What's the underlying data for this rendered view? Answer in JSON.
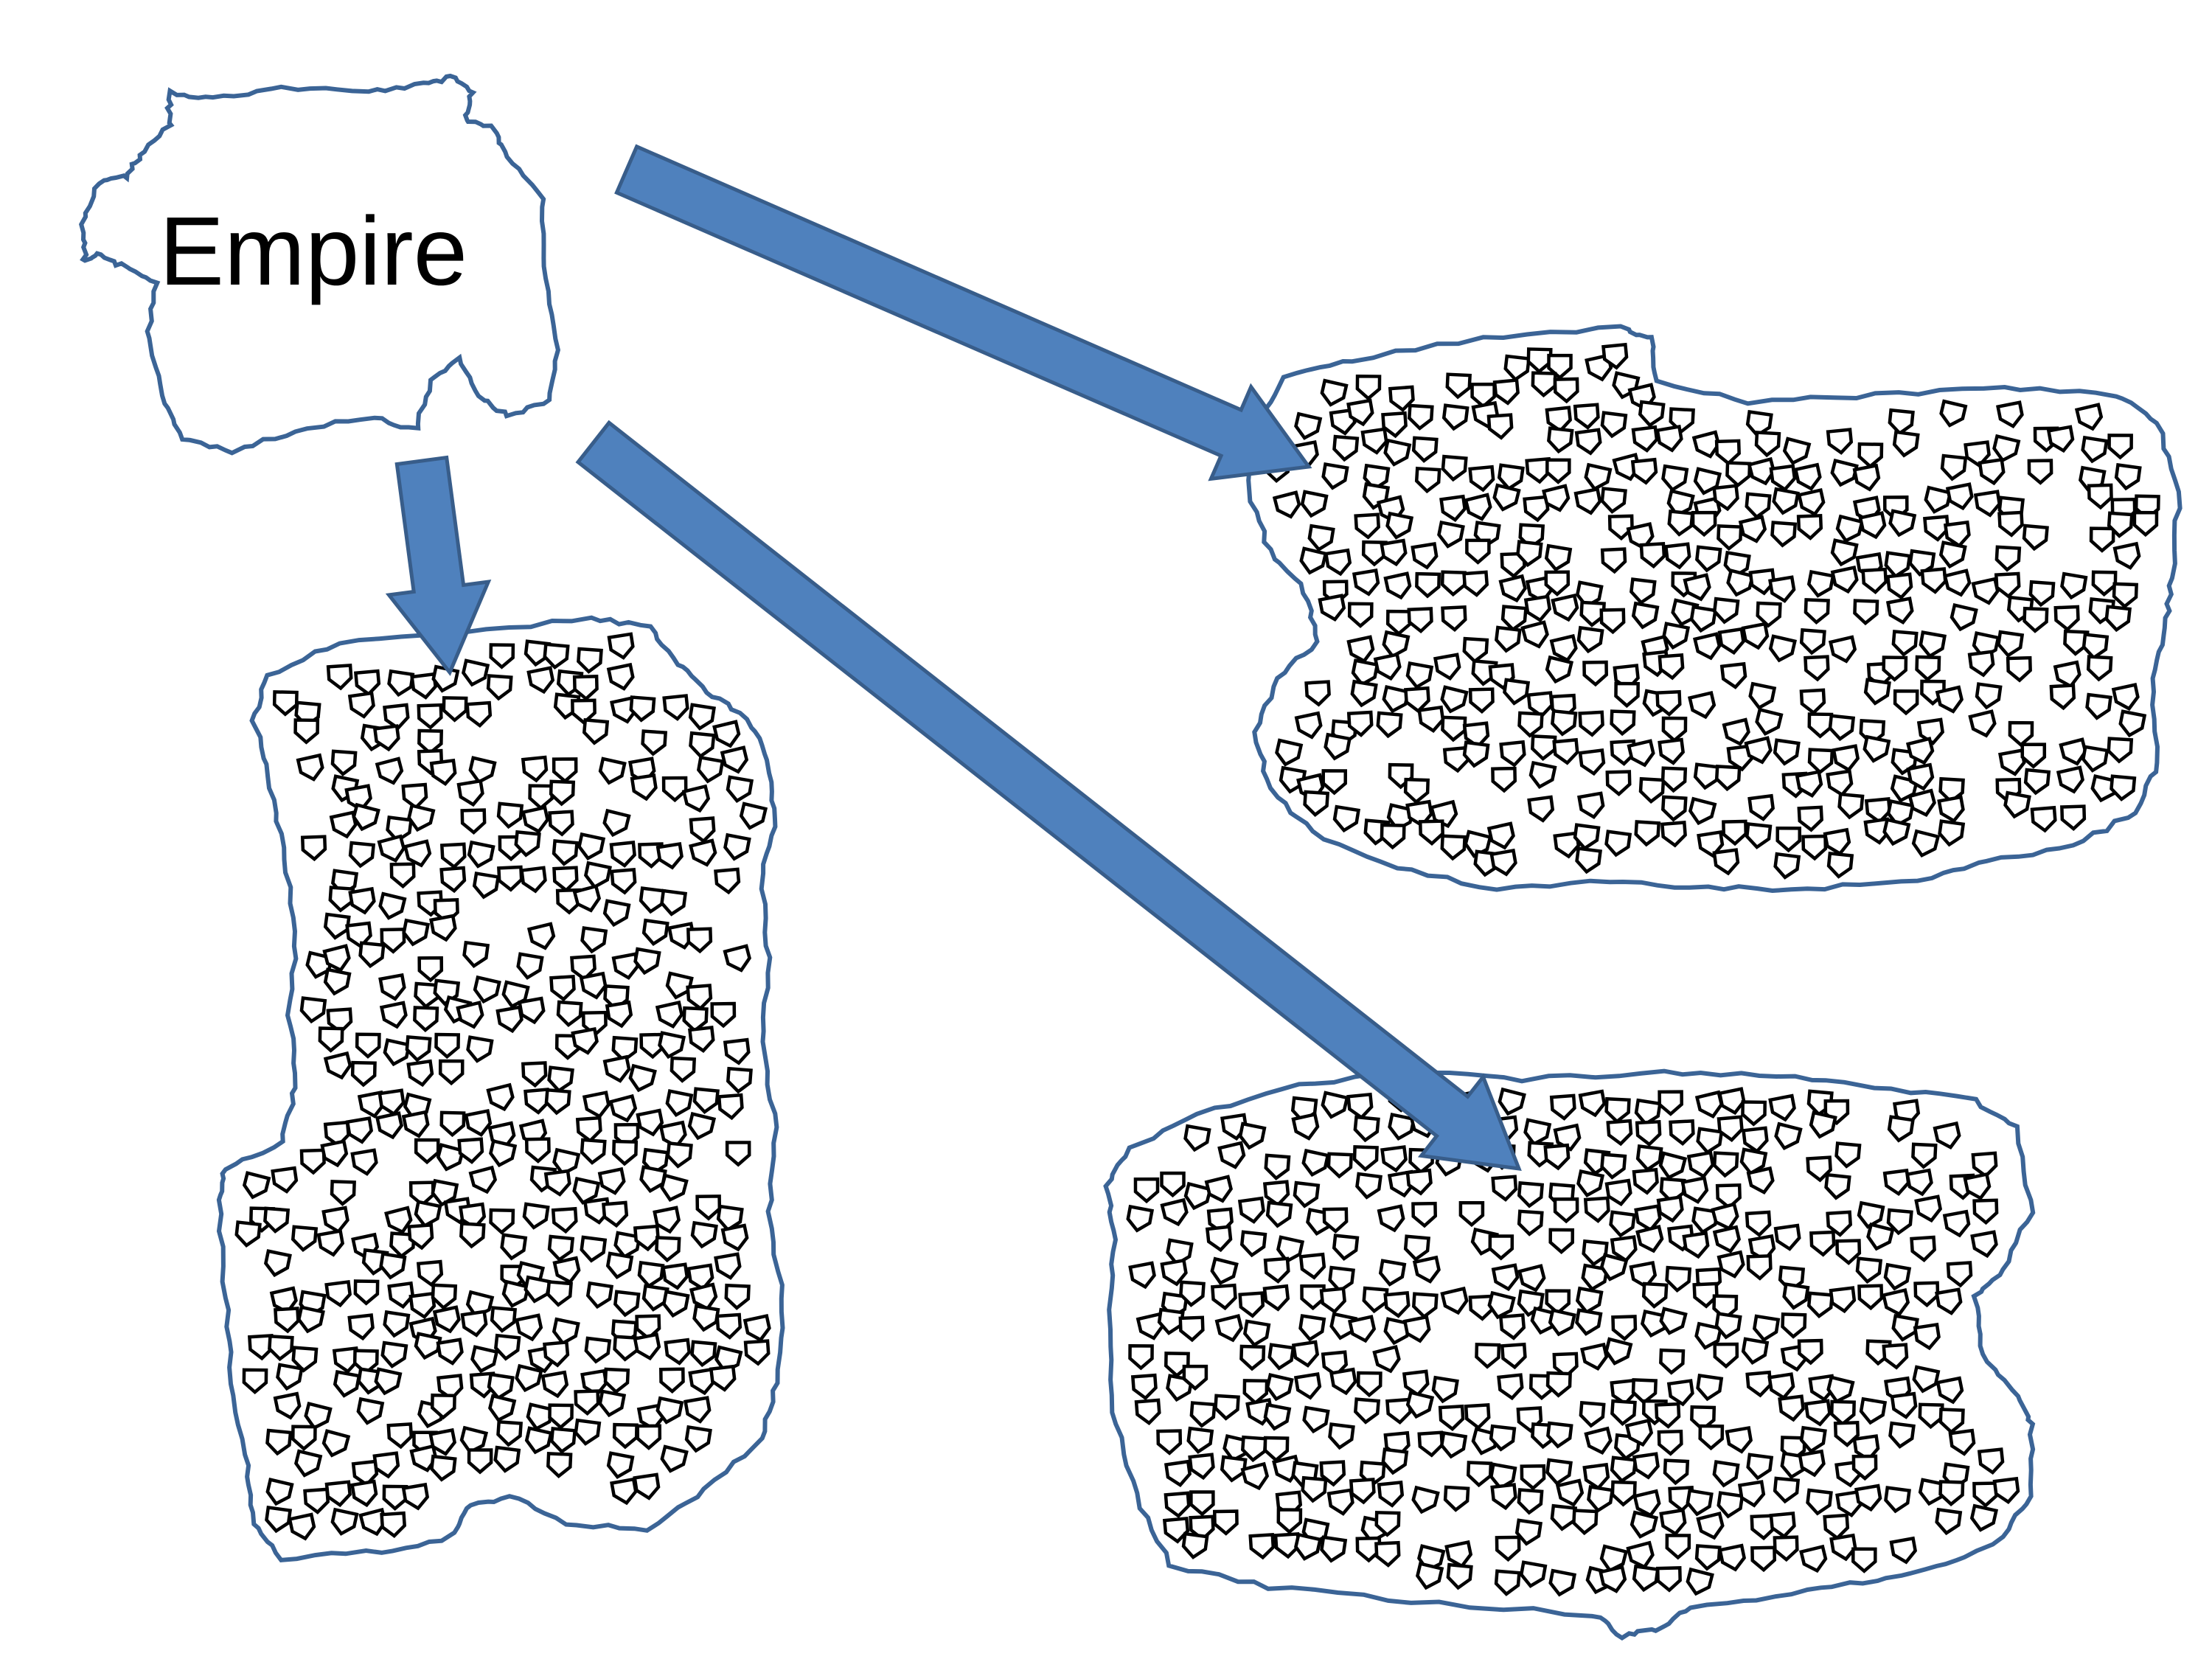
{
  "diagram": {
    "title_label": "Empire",
    "regions": [
      {
        "id": "region-south-west",
        "marker": "pentagon-down"
      },
      {
        "id": "region-north-east",
        "marker": "pentagon-down"
      },
      {
        "id": "region-south-east",
        "marker": "pentagon-down"
      }
    ]
  },
  "colors": {
    "outline": "#3b6496",
    "arrow_fill": "#4f81bd",
    "arrow_stroke": "#385d8a",
    "marker": "#000000",
    "background": "#ffffff"
  }
}
